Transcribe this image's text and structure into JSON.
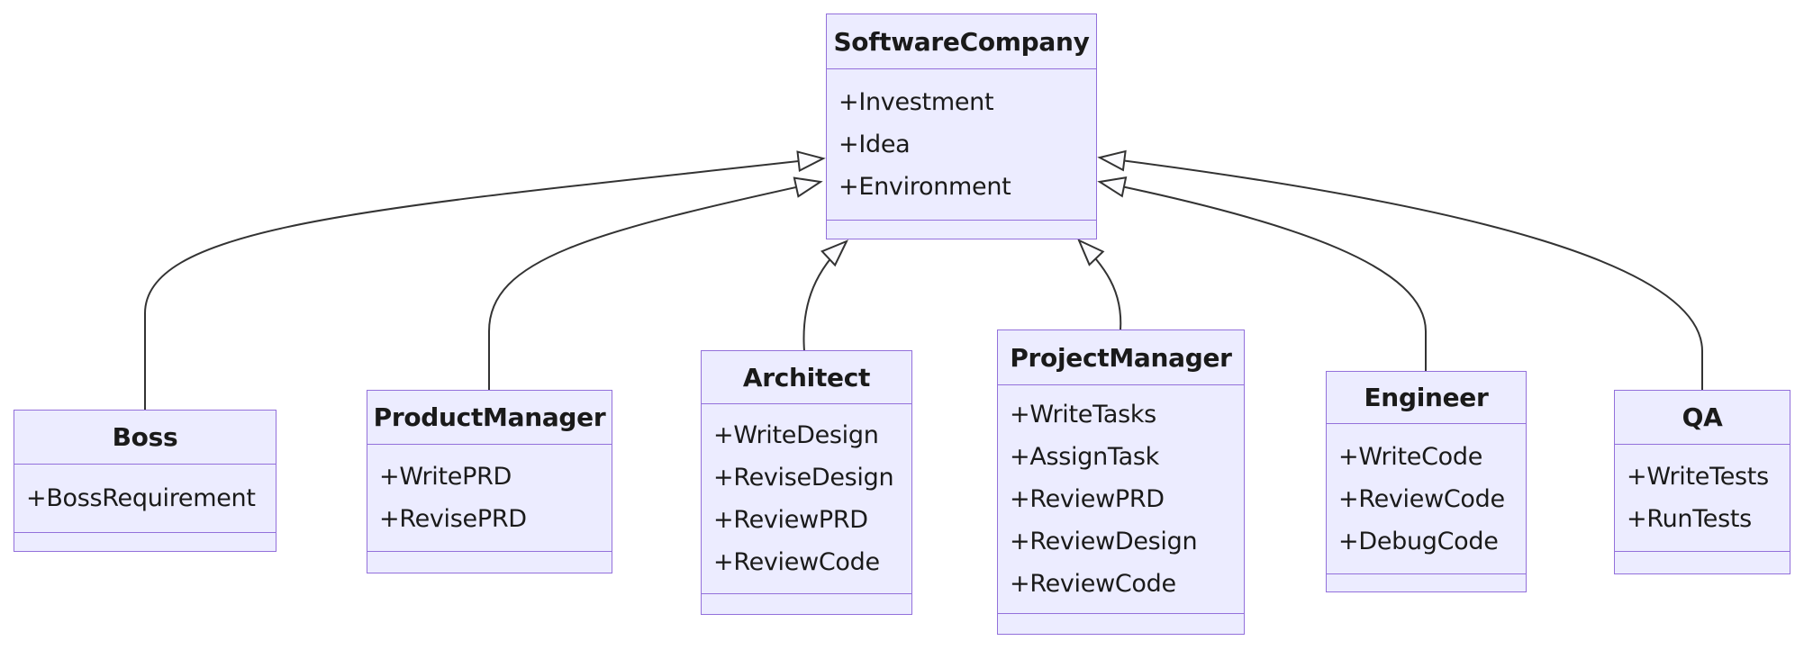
{
  "diagram": {
    "type": "uml-class-diagram",
    "colors": {
      "background": "#FFFFFF",
      "node_fill": "#ECECFF",
      "node_border": "#9370DB",
      "edge": "#333333",
      "arrow_fill": "#FBFBFE",
      "text": "#1A1A1A"
    },
    "classes": [
      {
        "id": "software-company",
        "name": "SoftwareCompany",
        "attributes": [
          "+Investment",
          "+Idea",
          "+Environment"
        ],
        "methods": []
      },
      {
        "id": "boss",
        "name": "Boss",
        "attributes": [
          "+BossRequirement"
        ],
        "methods": []
      },
      {
        "id": "product-manager",
        "name": "ProductManager",
        "attributes": [
          "+WritePRD",
          "+RevisePRD"
        ],
        "methods": []
      },
      {
        "id": "architect",
        "name": "Architect",
        "attributes": [
          "+WriteDesign",
          "+ReviseDesign",
          "+ReviewPRD",
          "+ReviewCode"
        ],
        "methods": []
      },
      {
        "id": "project-manager",
        "name": "ProjectManager",
        "attributes": [
          "+WriteTasks",
          "+AssignTask",
          "+ReviewPRD",
          "+ReviewDesign",
          "+ReviewCode"
        ],
        "methods": []
      },
      {
        "id": "engineer",
        "name": "Engineer",
        "attributes": [
          "+WriteCode",
          "+ReviewCode",
          "+DebugCode"
        ],
        "methods": []
      },
      {
        "id": "qa",
        "name": "QA",
        "attributes": [
          "+WriteTests",
          "+RunTests"
        ],
        "methods": []
      }
    ],
    "edges": [
      {
        "from": "boss",
        "to": "software-company",
        "relation": "inheritance"
      },
      {
        "from": "product-manager",
        "to": "software-company",
        "relation": "inheritance"
      },
      {
        "from": "architect",
        "to": "software-company",
        "relation": "inheritance"
      },
      {
        "from": "project-manager",
        "to": "software-company",
        "relation": "inheritance"
      },
      {
        "from": "engineer",
        "to": "software-company",
        "relation": "inheritance"
      },
      {
        "from": "qa",
        "to": "software-company",
        "relation": "inheritance"
      }
    ]
  }
}
